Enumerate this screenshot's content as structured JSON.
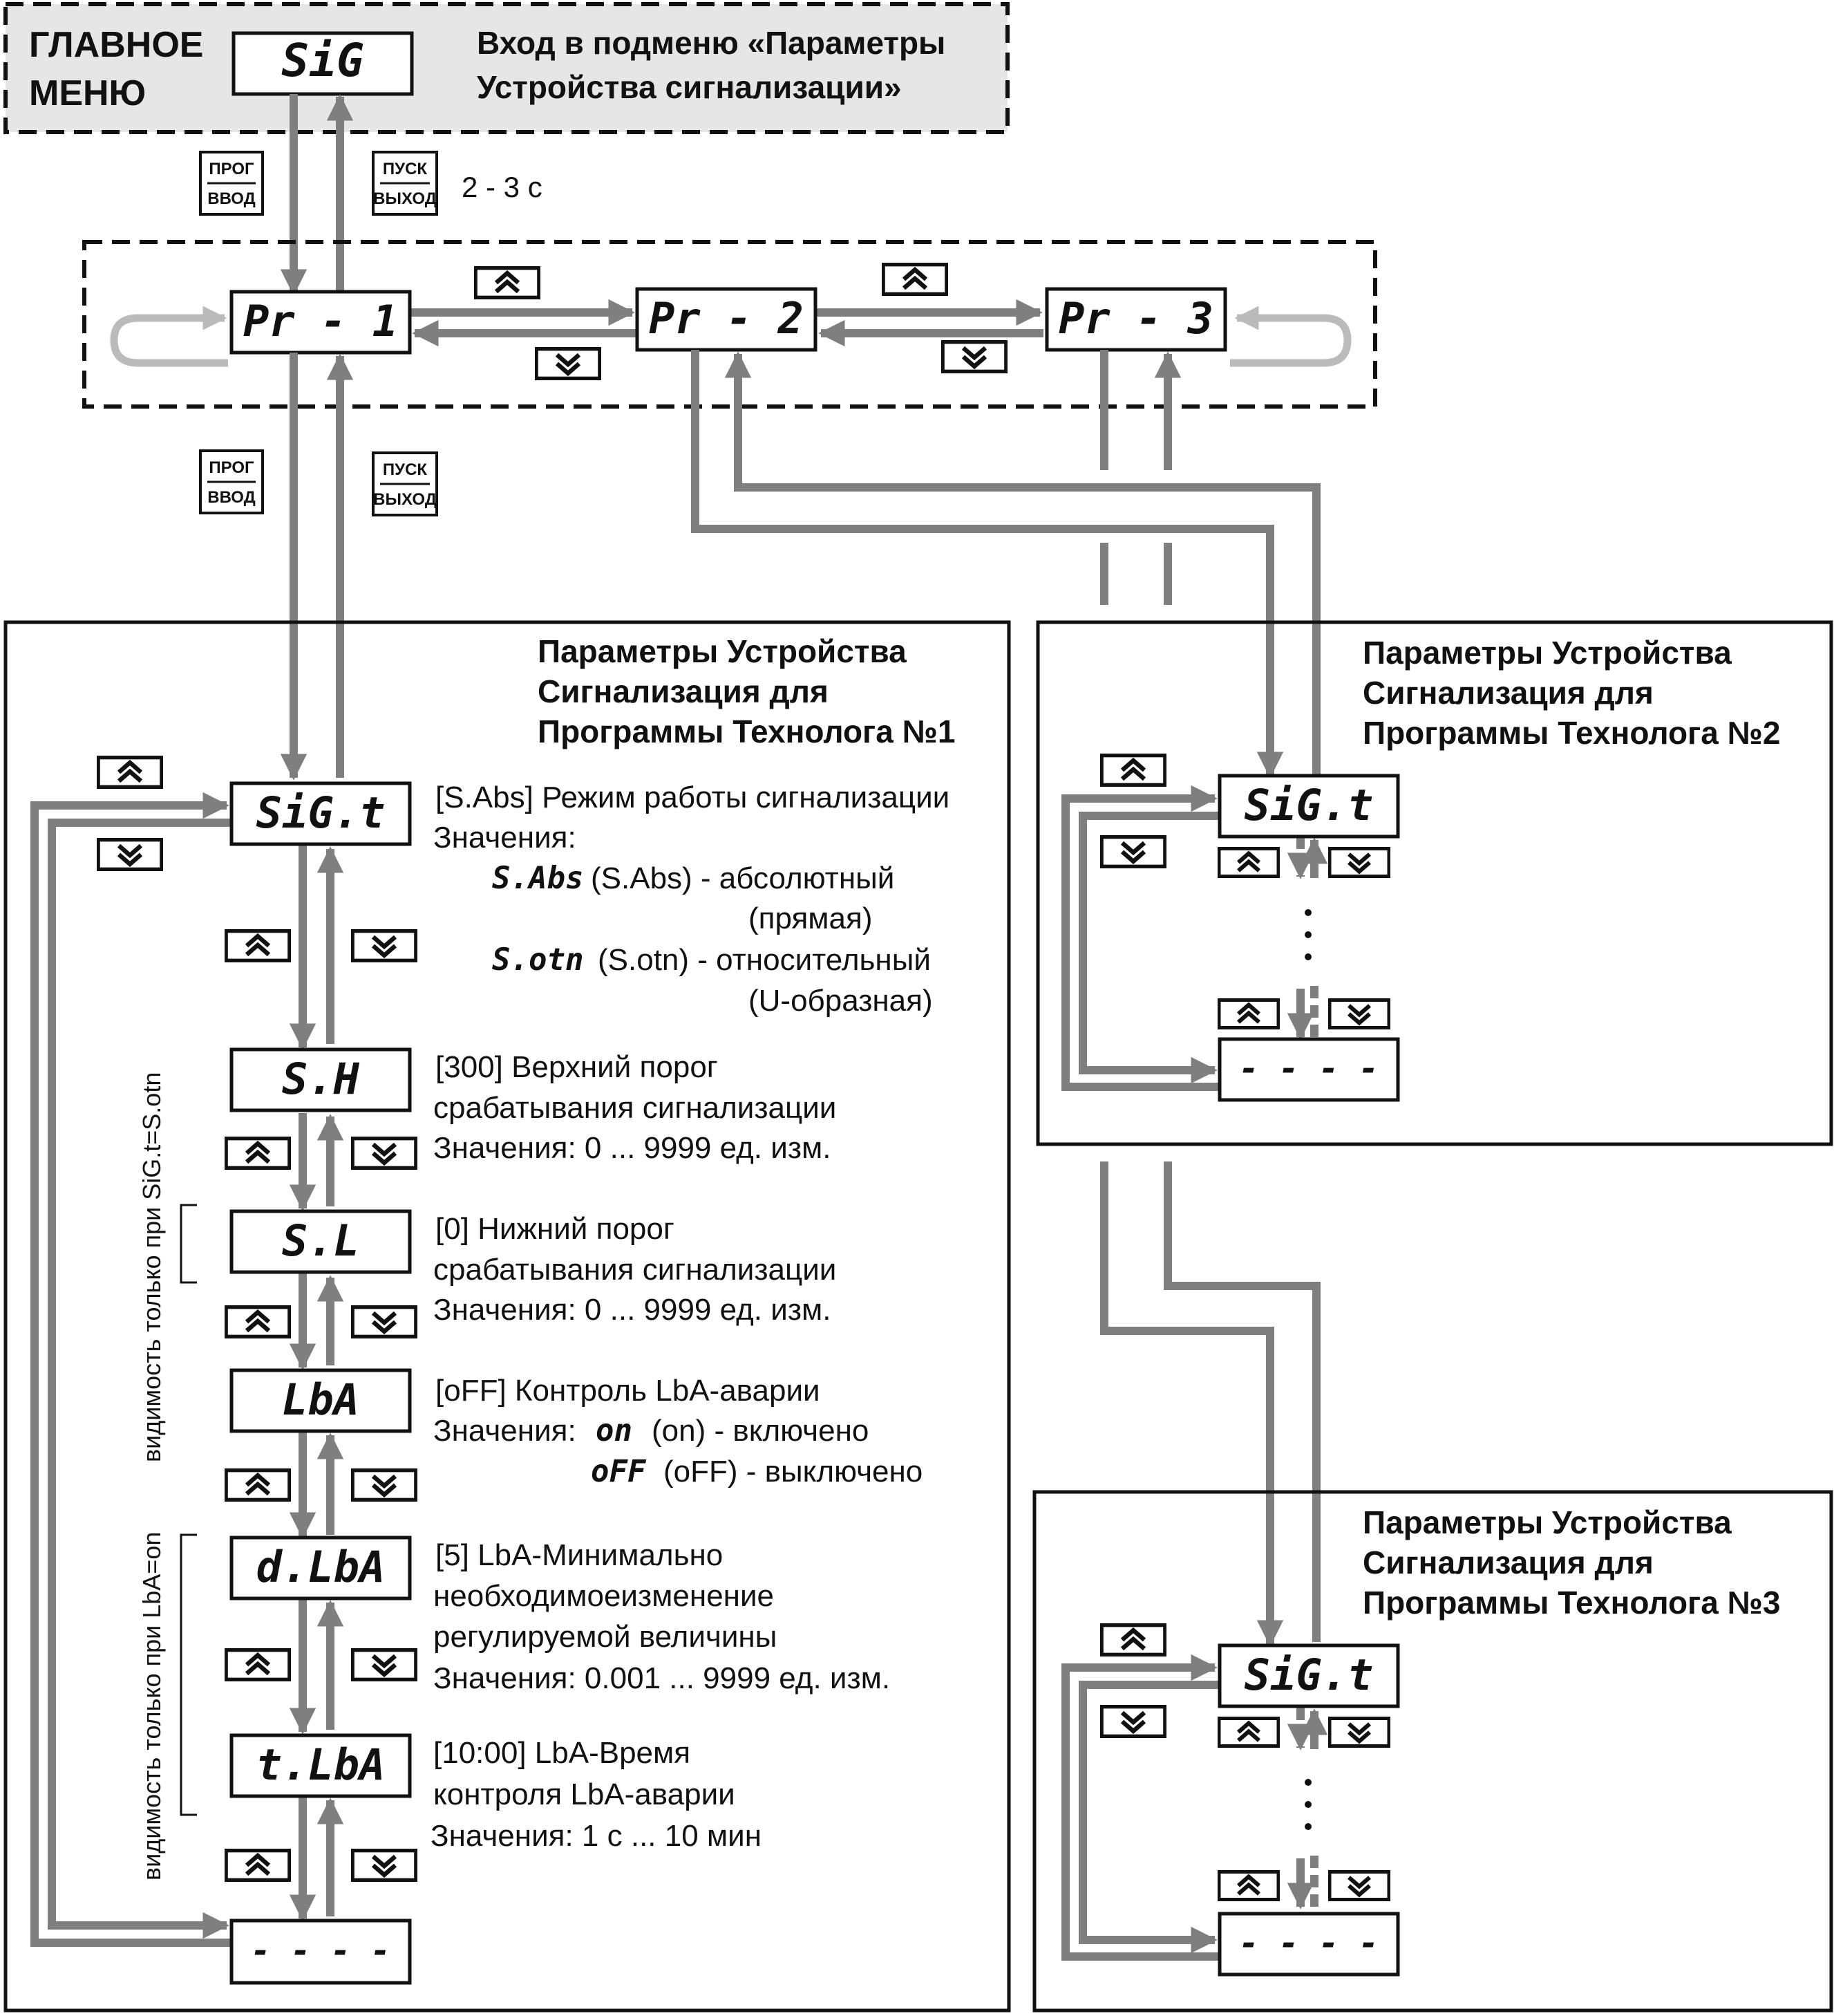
{
  "colors": {
    "line": "#111111",
    "arrow": "#7f7f7f",
    "loop": "#bbbbbb",
    "menu_bg": "#e6e6e6"
  },
  "icons": {
    "up": "double-chevron-up-icon",
    "down": "double-chevron-down-icon"
  },
  "main_menu": {
    "label_line1": "ГЛАВНОЕ",
    "label_line2": "МЕНЮ",
    "display": "SiG",
    "desc_line1": "Вход в подменю «Параметры",
    "desc_line2": "Устройства сигнализации»"
  },
  "keys": {
    "prog_top": "ПРОГ",
    "prog_bottom": "ВВОД",
    "start_top": "ПУСК",
    "start_bottom": "ВЫХОД",
    "hold_time": "2 - 3 с"
  },
  "programs": [
    "Pr - 1",
    "Pr - 2",
    "Pr - 3"
  ],
  "section1": {
    "title": [
      "Параметры Устройства",
      "Сигнализация для",
      "Программы Технолога №1"
    ],
    "vis_sig": "видимость только при SiG.t=S.otn",
    "vis_lba": "видимость только при LbA=on",
    "params": [
      {
        "display": "SiG.t",
        "lines": [
          "[S.Abs] Режим работы сигнализации",
          "Значения:"
        ],
        "options": [
          {
            "code": "S.Abs",
            "text": "(S.Abs) - абсолютный",
            "sub": "(прямая)"
          },
          {
            "code": "S.otn",
            "text": "(S.otn) - относительный",
            "sub": "(U-образная)"
          }
        ]
      },
      {
        "display": "S.H",
        "lines": [
          "[300] Верхний порог",
          "срабатывания сигнализации",
          "Значения: 0 ... 9999 ед. изм."
        ]
      },
      {
        "display": "S.L",
        "lines": [
          "[0] Нижний порог",
          "срабатывания сигнализации",
          "Значения: 0 ... 9999 ед. изм."
        ]
      },
      {
        "display": "LbA",
        "lines": [
          "[oFF] Контроль LbA-аварии"
        ],
        "values_label": "Значения:",
        "options": [
          {
            "code": "on",
            "text": "(on)      - включено"
          },
          {
            "code": "oFF",
            "text": "(oFF) - выключено"
          }
        ]
      },
      {
        "display": "d.LbA",
        "lines": [
          "[5] LbA-Минимально",
          "необходимоеизменение",
          "регулируемой величины",
          "Значения: 0.001 ... 9999 ед. изм."
        ]
      },
      {
        "display": "t.LbA",
        "lines": [
          "[10:00] LbA-Время",
          "контроля LbA-аварии",
          "Значения:  1 с ... 10 мин"
        ]
      },
      {
        "display": "- - - -",
        "lines": []
      }
    ]
  },
  "section2": {
    "title": [
      "Параметры Устройства",
      "Сигнализация для",
      "Программы Технолога №2"
    ],
    "display_top": "SiG.t",
    "display_bottom": "- - - -"
  },
  "section3": {
    "title": [
      "Параметры Устройства",
      "Сигнализация для",
      "Программы Технолога №3"
    ],
    "display_top": "SiG.t",
    "display_bottom": "- - - -"
  }
}
